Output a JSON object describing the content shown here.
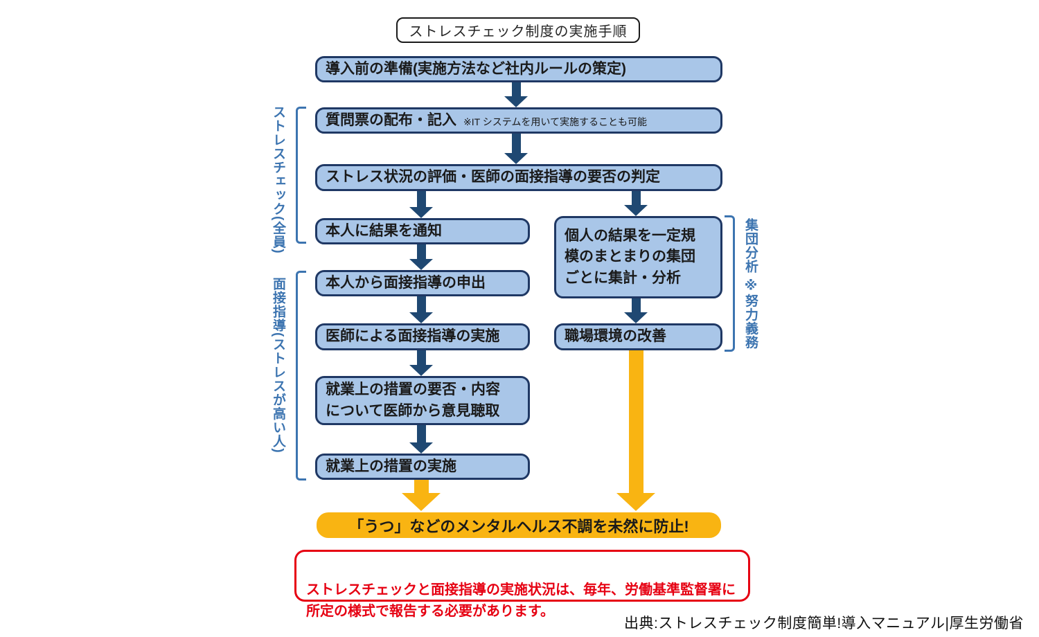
{
  "title": "ストレスチェック制度の実施手順",
  "steps": {
    "preparation": "導入前の準備(実施方法など社内ルールの策定)",
    "questionnaire": "質問票の配布・記入",
    "questionnaire_note": "※IT システムを用いて実施することも可能",
    "evaluation": "ストレス状況の評価・医師の面接指導の要否の判定",
    "notify_result": "本人に結果を通知",
    "request_interview": "本人から面接指導の申出",
    "doctor_interview": "医師による面接指導の実施",
    "hear_opinion": "就業上の措置の要否・内容\nについて医師から意見聴取",
    "implement_measures": "就業上の措置の実施",
    "group_aggregate": "個人の結果を一定規\n模のまとまりの集団\nごとに集計・分析",
    "improve_workplace": "職場環境の改善"
  },
  "outcome": "「うつ」などのメンタルヘルス不調を未然に防止!",
  "side_labels": {
    "stress_check": "ストレスチェック(全員)",
    "interview_guidance": "面接指導(ストレスが高い人)",
    "group_analysis": "集団分析 ※努力義務"
  },
  "notice": "ストレスチェックと面接指導の実施状況は、毎年、労働基準監督署に\n所定の様式で報告する必要があります。",
  "source": "出典:ストレスチェック制度簡単!導入マニュアル|厚生労働省",
  "colors": {
    "box_fill": "#a9c6e8",
    "box_border": "#1f3864",
    "arrow_navy": "#1f4872",
    "accent_yellow": "#f9b412",
    "notice_red": "#e60012",
    "label_blue": "#3c74b0",
    "text_dark": "#1a1a1a"
  }
}
